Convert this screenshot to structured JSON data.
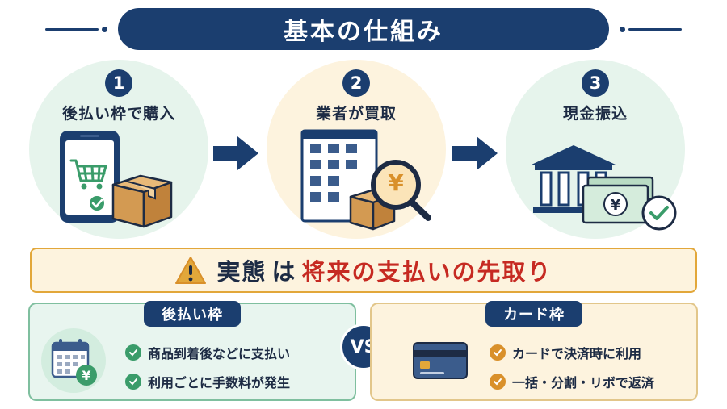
{
  "title": "基本の仕組み",
  "steps": [
    {
      "number": "1",
      "label": "後払い枠で購入"
    },
    {
      "number": "2",
      "label": "業者が買取"
    },
    {
      "number": "3",
      "label": "現金振込"
    }
  ],
  "yen_symbol": "¥",
  "warning": {
    "part1": "実態",
    "part2": "は",
    "part3": "将来の支払いの先取り"
  },
  "left_panel": {
    "title": "後払い枠",
    "items": [
      "商品到着後などに支払い",
      "利用ごとに手数料が発生"
    ]
  },
  "vs_label": "VS",
  "right_panel": {
    "title": "カード枠",
    "items": [
      "カードで決済時に利用",
      "一括・分割・リボで返済"
    ]
  },
  "colors": {
    "navy": "#1b3e6f",
    "green_bg": "#e8f5ef",
    "cream_bg": "#fdf3de",
    "warning_red": "#c62a22",
    "warning_orange": "#e2a73a"
  }
}
